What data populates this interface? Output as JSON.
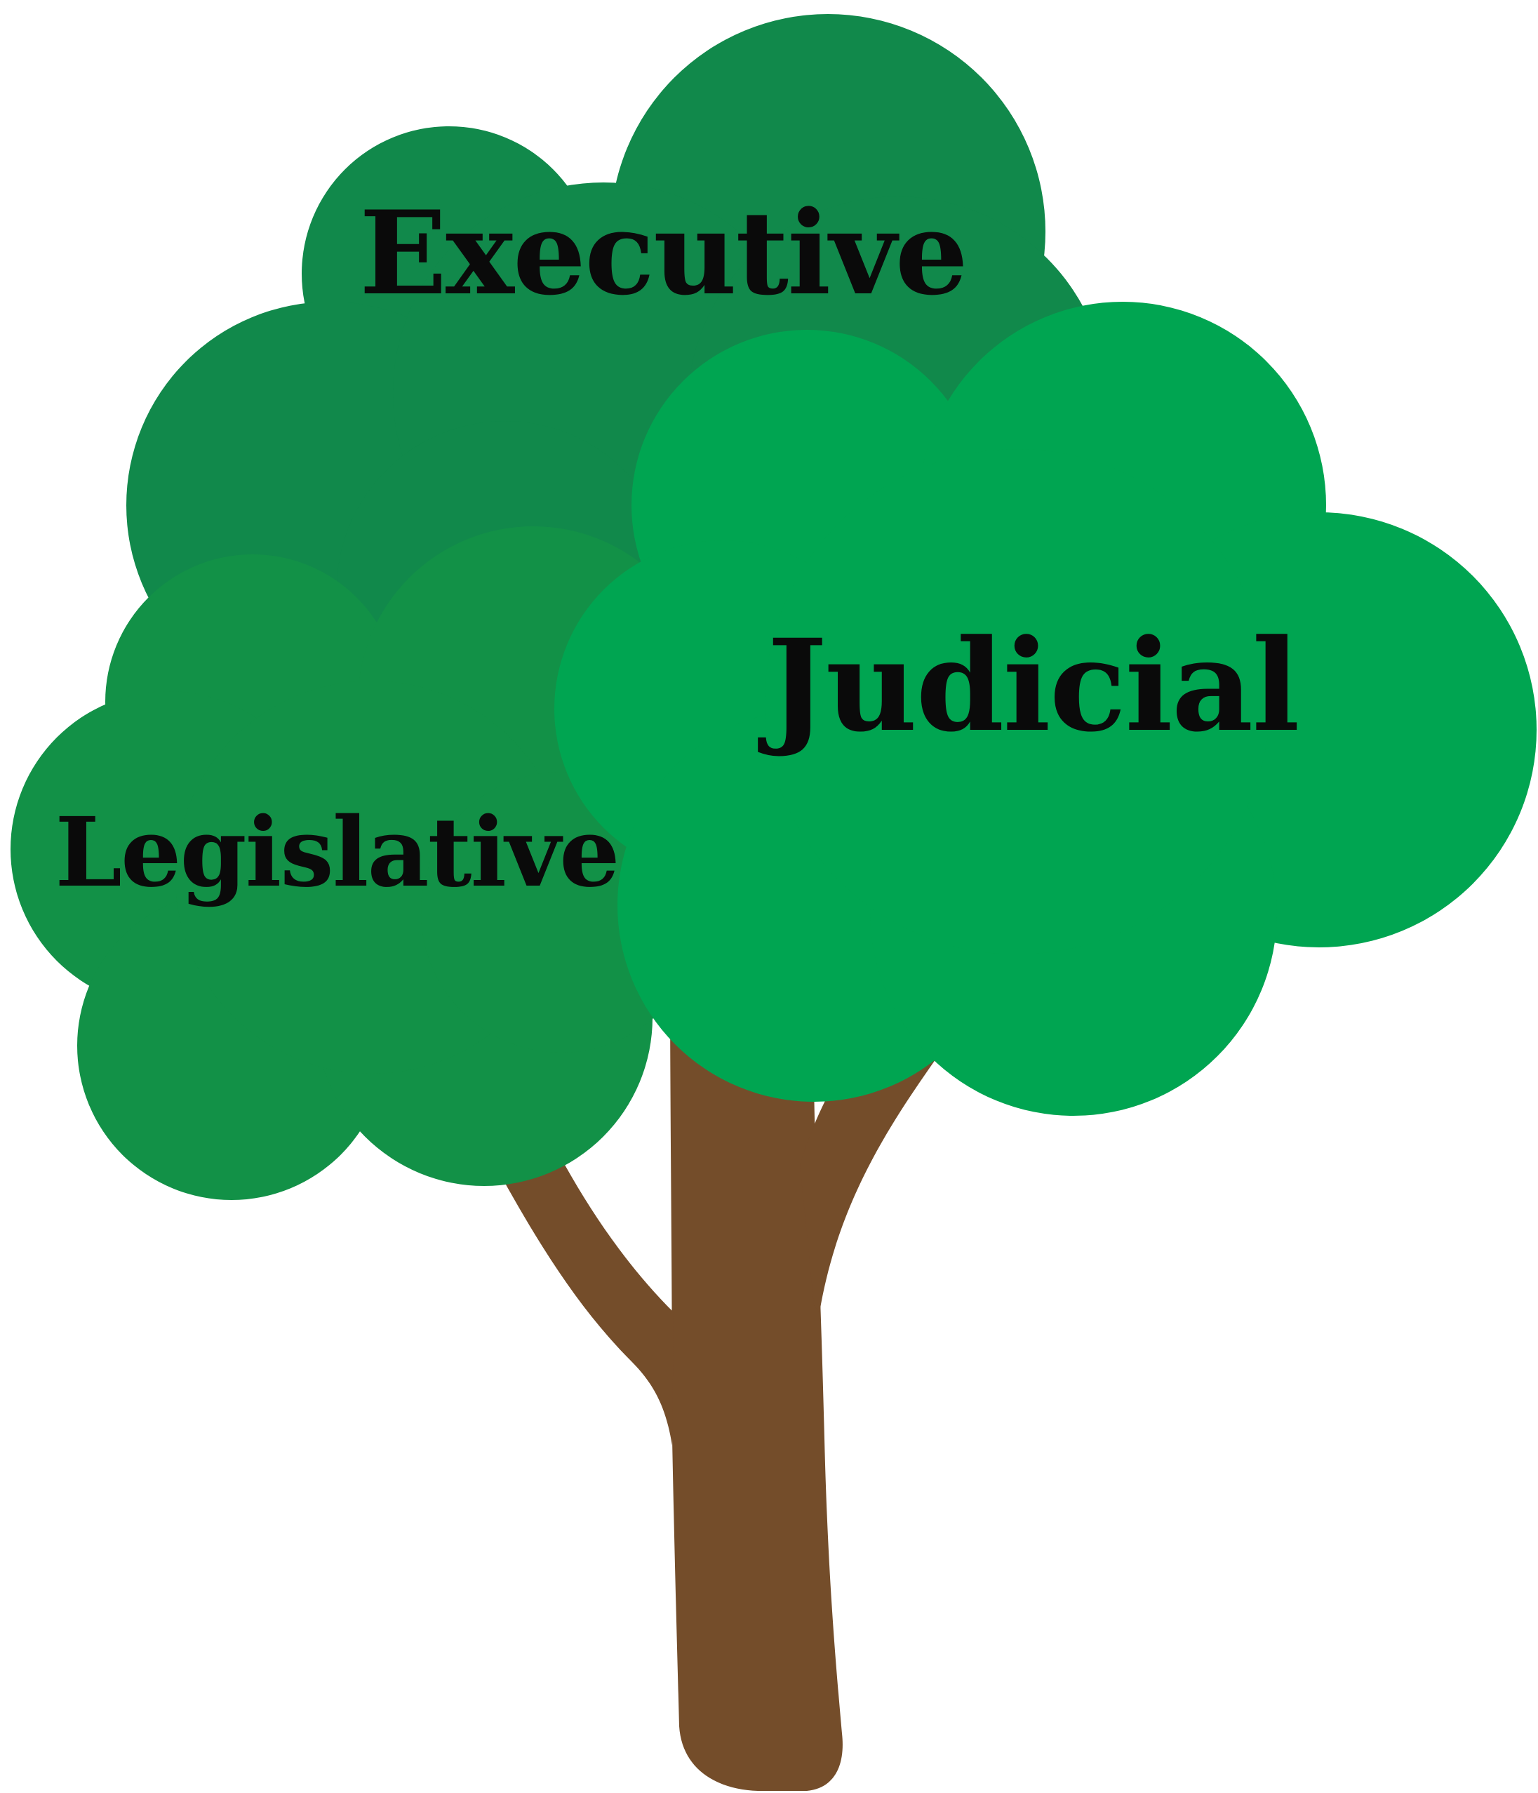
{
  "labels": {
    "executive": "Executive",
    "judicial": "Judicial",
    "legislative": "Legislative"
  },
  "colors": {
    "background": "#ffffff",
    "executive_canopy": "#11894b",
    "legislative_canopy": "#129147",
    "judicial_canopy": "#00a551",
    "trunk": "#744d2a",
    "text": "#0a0a0a"
  }
}
